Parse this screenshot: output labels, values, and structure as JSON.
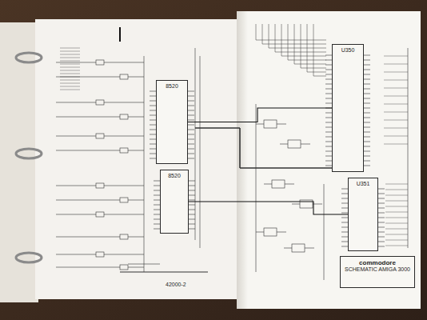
{
  "diagram": {
    "nodes": [
      {
        "text": [
          "8520"
        ]
      },
      {
        "text": [
          "8520"
        ]
      },
      {
        "text": [
          "U350"
        ]
      },
      {
        "text": [
          "U351"
        ]
      },
      {
        "text": [
          "commodore",
          "SCHEMATIC AMIGA 3000"
        ]
      }
    ],
    "edges": [
      {
        "from": 0,
        "to": 2,
        "arrow": "none"
      },
      {
        "from": 1,
        "to": 3,
        "arrow": "none"
      }
    ],
    "labels": [
      "42000-2"
    ]
  }
}
